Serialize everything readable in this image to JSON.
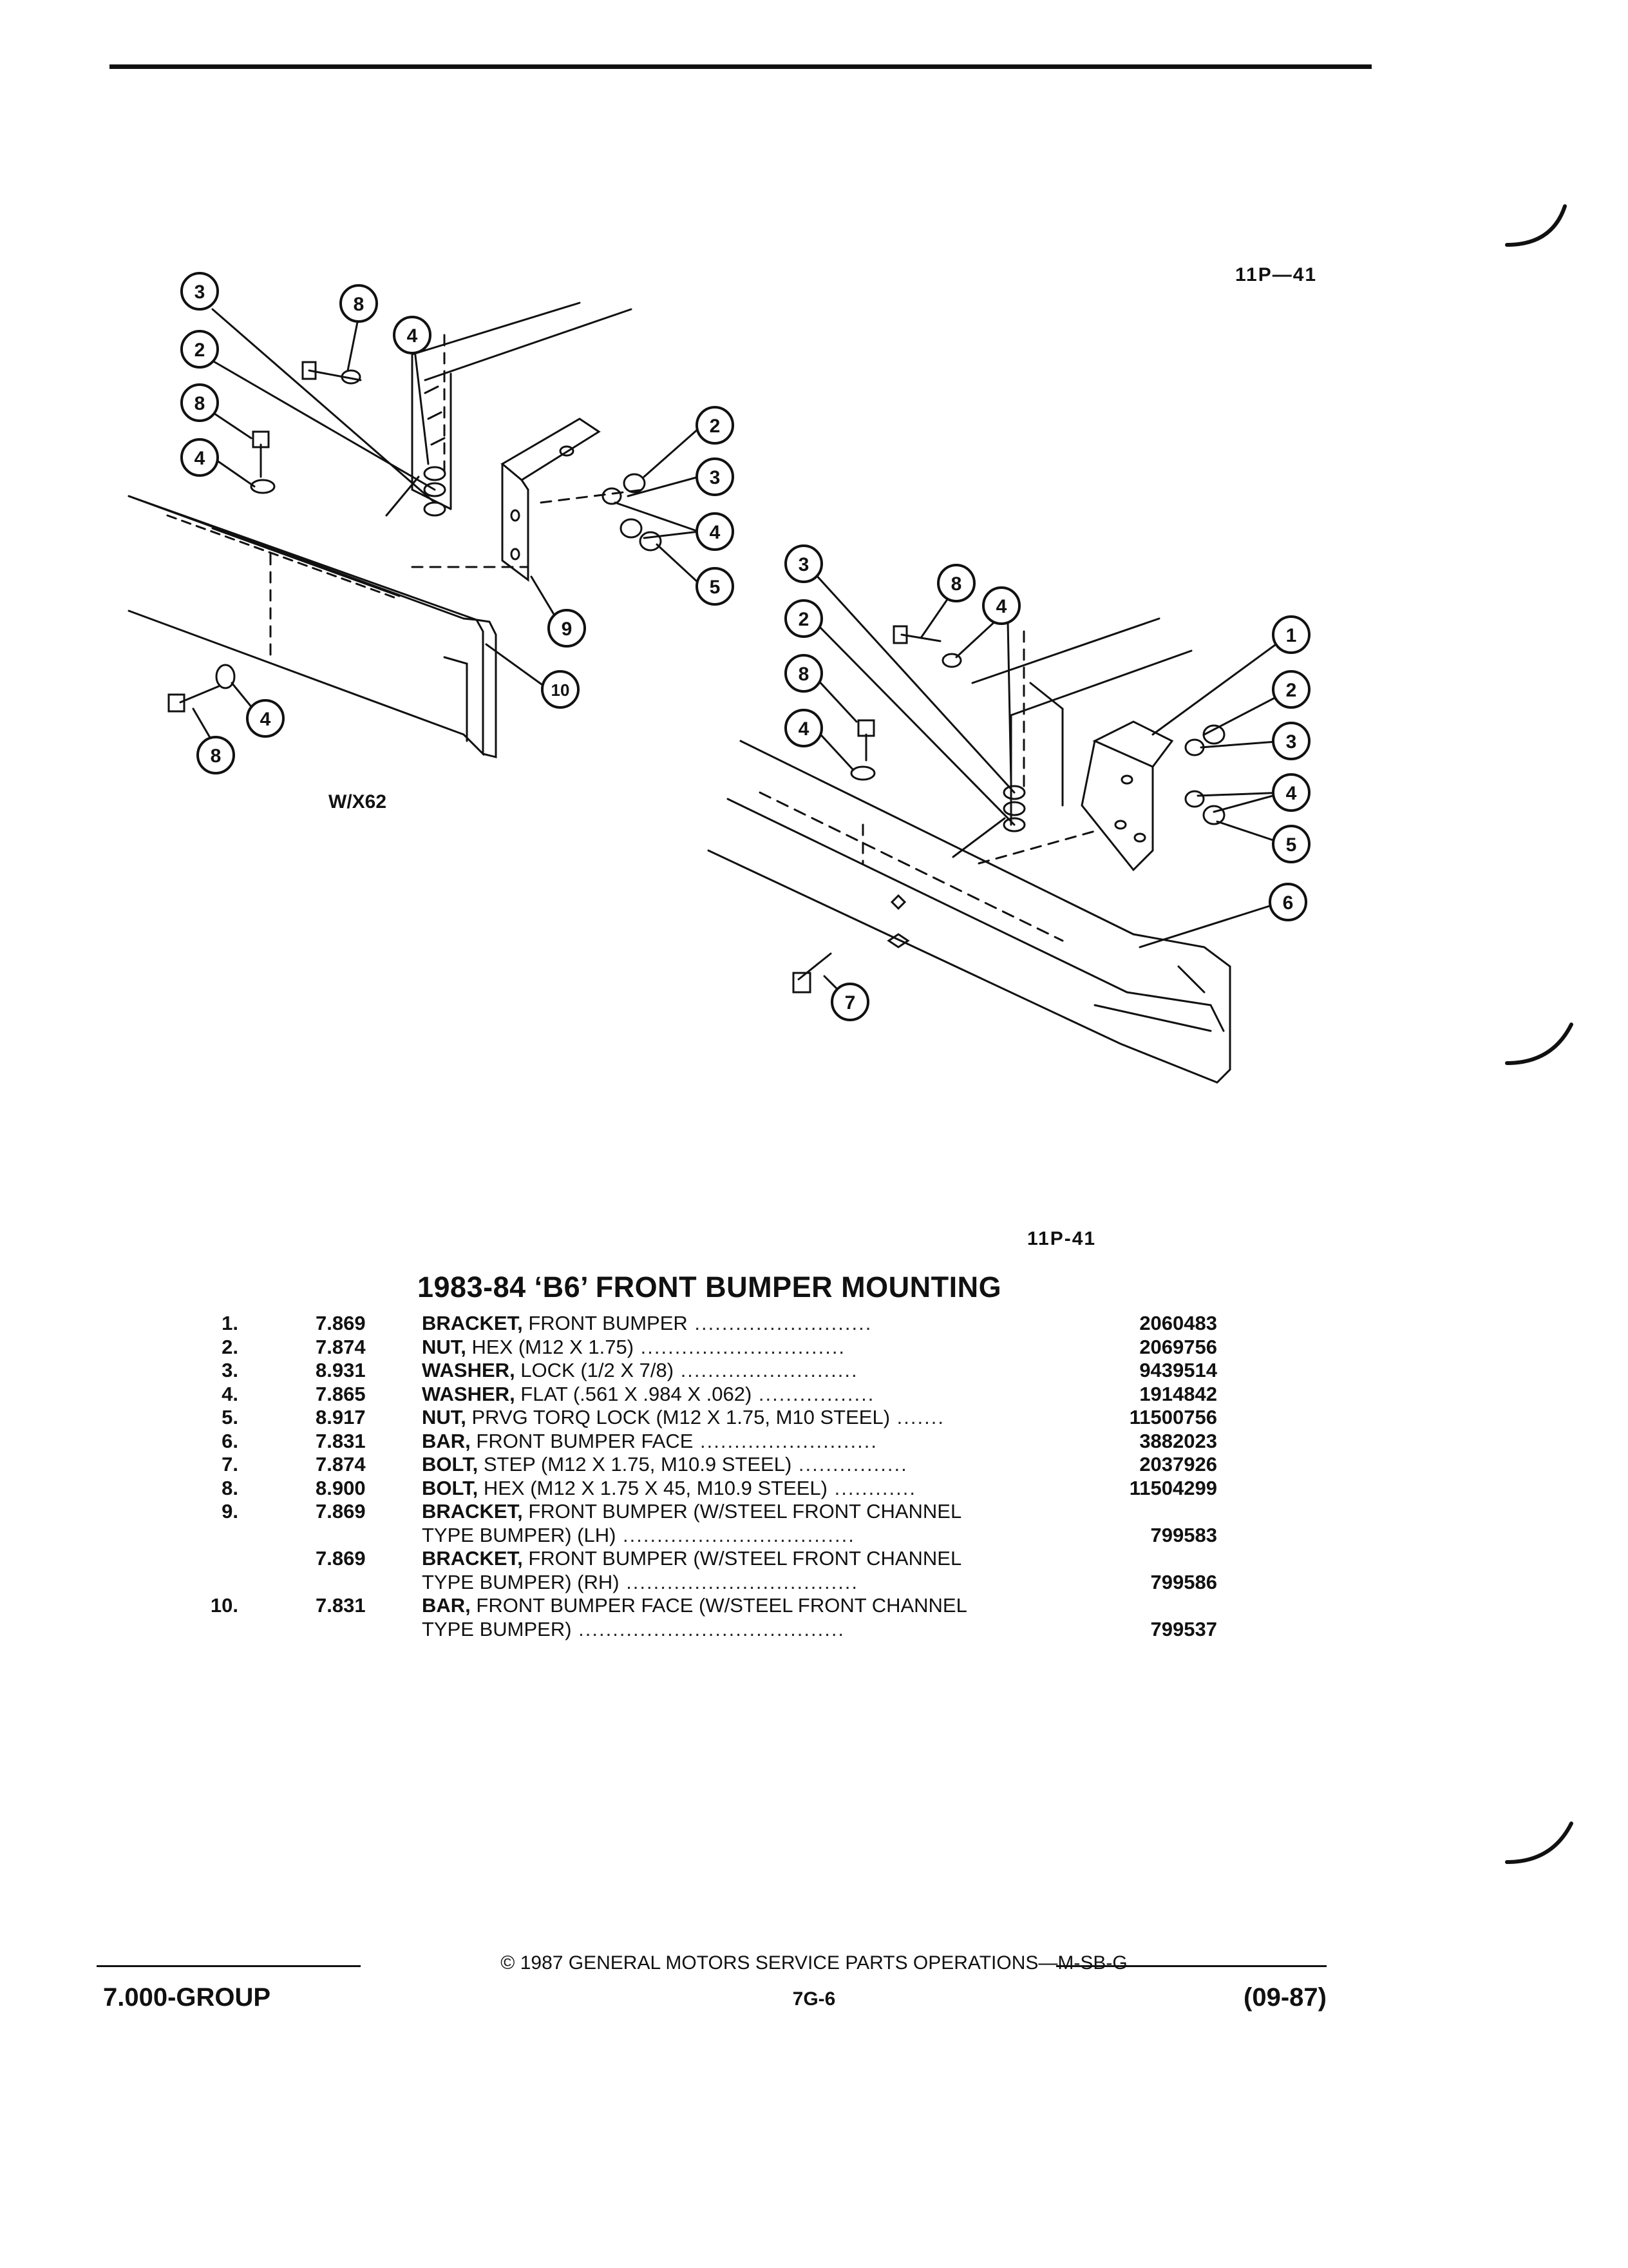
{
  "figure": {
    "code_top": "11P—41",
    "code_bottom": "11P-41",
    "variant_label": "W/X62",
    "callouts_left": [
      "3",
      "8",
      "2",
      "4",
      "8",
      "4",
      "2",
      "3",
      "4",
      "5",
      "9",
      "10",
      "4",
      "8"
    ],
    "callouts_right": [
      "3",
      "8",
      "2",
      "4",
      "8",
      "4",
      "1",
      "2",
      "3",
      "4",
      "5",
      "6",
      "7"
    ]
  },
  "section_title": "1983-84 ‘B6’ FRONT BUMPER MOUNTING",
  "parts": [
    {
      "idx": "1.",
      "group": "7.869",
      "name": "BRACKET,",
      "detail": " FRONT BUMPER",
      "dots": " ..........................",
      "part": "2060483"
    },
    {
      "idx": "2.",
      "group": "7.874",
      "name": "NUT,",
      "detail": " HEX (M12 X 1.75)",
      "dots": " ..............................",
      "part": "2069756"
    },
    {
      "idx": "3.",
      "group": "8.931",
      "name": "WASHER,",
      "detail": " LOCK (1/2 X 7/8)",
      "dots": " ..........................",
      "part": "9439514"
    },
    {
      "idx": "4.",
      "group": "7.865",
      "name": "WASHER,",
      "detail": " FLAT (.561 X .984 X .062)",
      "dots": " .................",
      "part": "1914842"
    },
    {
      "idx": "5.",
      "group": "8.917",
      "name": "NUT,",
      "detail": " PRVG TORQ LOCK (M12 X 1.75, M10 STEEL)",
      "dots": " .......",
      "part": "11500756"
    },
    {
      "idx": "6.",
      "group": "7.831",
      "name": "BAR,",
      "detail": " FRONT BUMPER FACE",
      "dots": " ..........................",
      "part": "3882023"
    },
    {
      "idx": "7.",
      "group": "7.874",
      "name": "BOLT,",
      "detail": " STEP (M12 X 1.75, M10.9 STEEL)",
      "dots": " ................",
      "part": "2037926"
    },
    {
      "idx": "8.",
      "group": "8.900",
      "name": "BOLT,",
      "detail": " HEX (M12 X 1.75 X 45, M10.9 STEEL)",
      "dots": " ............",
      "part": "11504299"
    },
    {
      "idx": "9.",
      "group": "7.869",
      "name": "BRACKET,",
      "detail": " FRONT BUMPER (W/STEEL FRONT CHANNEL",
      "dots": "",
      "part": ""
    },
    {
      "idx": "",
      "group": "",
      "name": "",
      "detail": "TYPE BUMPER) (LH)",
      "dots": " ..................................",
      "part": "799583"
    },
    {
      "idx": "",
      "group": "7.869",
      "name": "BRACKET,",
      "detail": " FRONT BUMPER (W/STEEL FRONT CHANNEL",
      "dots": "",
      "part": ""
    },
    {
      "idx": "",
      "group": "",
      "name": "",
      "detail": "TYPE BUMPER) (RH)",
      "dots": " ..................................",
      "part": "799586"
    },
    {
      "idx": "10.",
      "group": "7.831",
      "name": "BAR,",
      "detail": " FRONT BUMPER FACE (W/STEEL FRONT CHANNEL",
      "dots": "",
      "part": ""
    },
    {
      "idx": "",
      "group": "",
      "name": "",
      "detail": "TYPE BUMPER)",
      "dots": " .......................................",
      "part": "799537"
    }
  ],
  "footer": {
    "copyright": "©  1987  GENERAL MOTORS SERVICE PARTS OPERATIONS—M-SB-G",
    "group": "7.000-GROUP",
    "page": "7G-6",
    "date": "(09-87)"
  }
}
